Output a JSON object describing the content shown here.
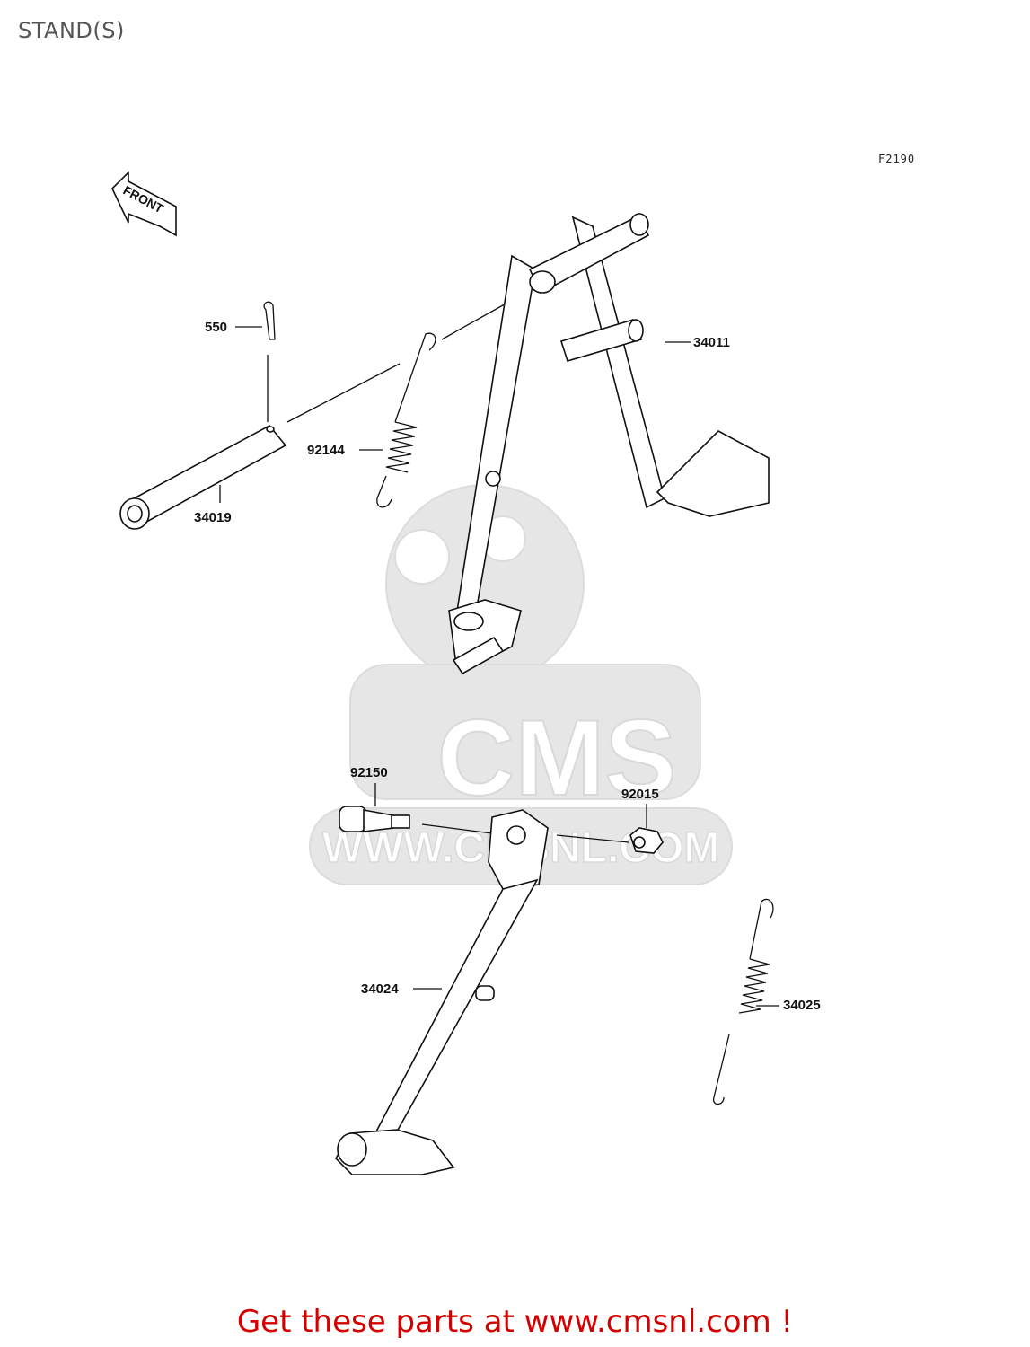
{
  "page_title": "STAND(S)",
  "figure_code": "F2190",
  "front_arrow_label": "FRONT",
  "watermark": {
    "brand": "CMS",
    "url": "WWW.CMSNL.COM"
  },
  "parts": [
    {
      "id": "p550",
      "number": "550"
    },
    {
      "id": "p92144",
      "number": "92144"
    },
    {
      "id": "p34019",
      "number": "34019"
    },
    {
      "id": "p34011",
      "number": "34011"
    },
    {
      "id": "p92150",
      "number": "92150"
    },
    {
      "id": "p92015",
      "number": "92015"
    },
    {
      "id": "p34024",
      "number": "34024"
    },
    {
      "id": "p34025",
      "number": "34025"
    }
  ],
  "footer": {
    "text": "Get these parts at www.cmsnl.com !"
  },
  "colors": {
    "footer_text": "#d40000",
    "title_text": "#555555",
    "watermark": "#e4e4e4"
  }
}
